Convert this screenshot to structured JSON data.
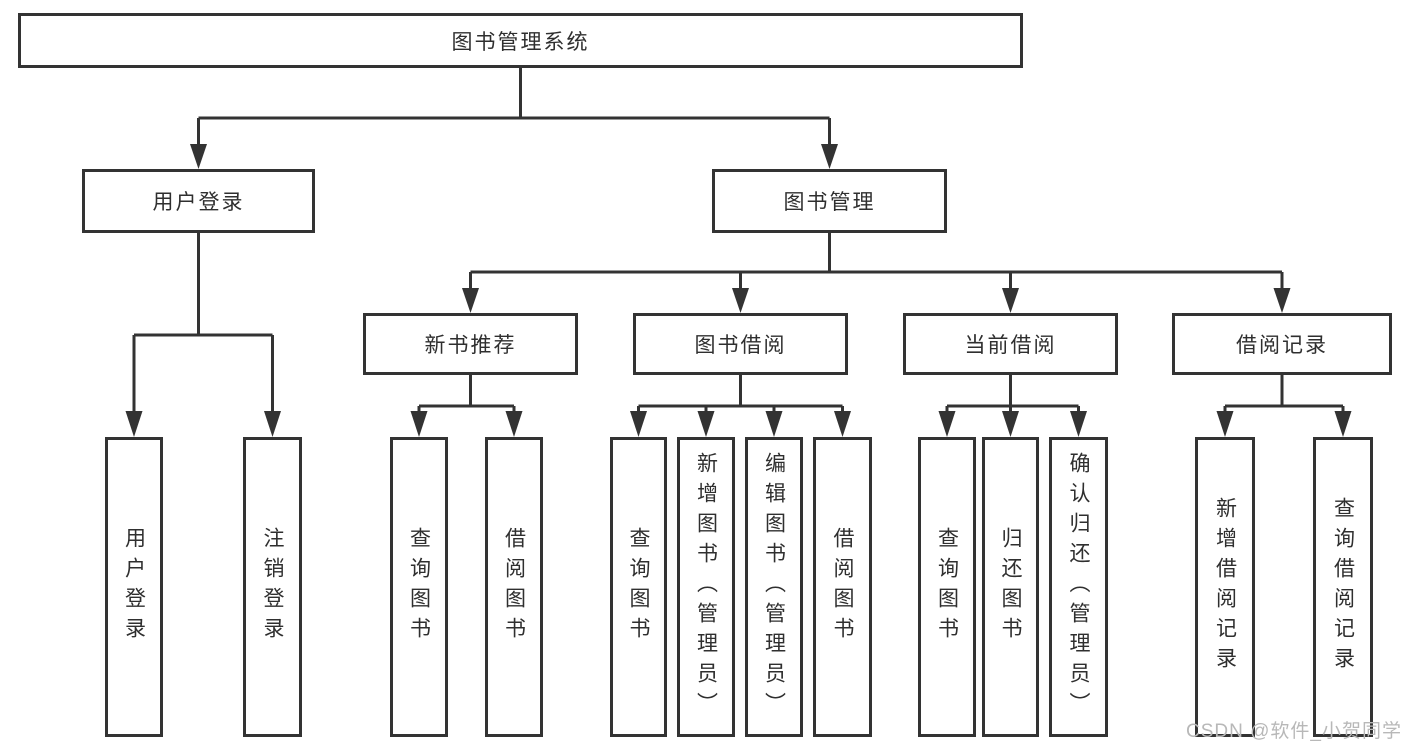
{
  "tree": {
    "root": "图书管理系统",
    "branches": [
      {
        "label": "用户登录",
        "children": [
          "用户登录",
          "注销登录"
        ]
      },
      {
        "label": "图书管理",
        "groups": [
          {
            "label": "新书推荐",
            "children": [
              "查询图书",
              "借阅图书"
            ]
          },
          {
            "label": "图书借阅",
            "children": [
              "查询图书",
              "新增图书（管理员）",
              "编辑图书（管理员）",
              "借阅图书"
            ]
          },
          {
            "label": "当前借阅",
            "children": [
              "查询图书",
              "归还图书",
              "确认归还（管理员）"
            ]
          },
          {
            "label": "借阅记录",
            "children": [
              "新增借阅记录",
              "查询借阅记录"
            ]
          }
        ]
      }
    ]
  },
  "watermark": {
    "text": "CSDN @软件_小贺同学"
  },
  "colors": {
    "line": "#333333",
    "text": "#2f2f2f",
    "background": "#ffffff",
    "watermark": "#b8b8b8"
  }
}
